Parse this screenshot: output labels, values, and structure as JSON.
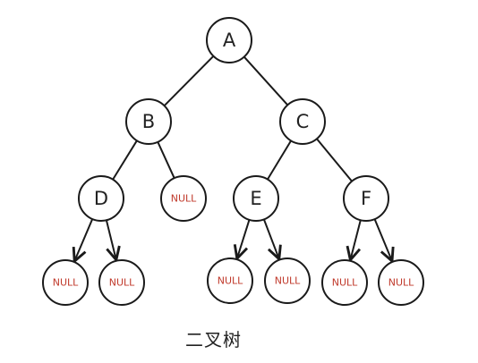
{
  "diagram": {
    "caption": "二叉树",
    "colors": {
      "null_text": "#c0392b",
      "label_text": "#222222",
      "stroke": "#1a1a1a"
    },
    "nodes": [
      {
        "id": "A",
        "label": "A",
        "kind": "value"
      },
      {
        "id": "B",
        "label": "B",
        "kind": "value"
      },
      {
        "id": "C",
        "label": "C",
        "kind": "value"
      },
      {
        "id": "D",
        "label": "D",
        "kind": "value"
      },
      {
        "id": "n1",
        "label": "NULL",
        "kind": "null"
      },
      {
        "id": "E",
        "label": "E",
        "kind": "value"
      },
      {
        "id": "F",
        "label": "F",
        "kind": "value"
      },
      {
        "id": "n2",
        "label": "NULL",
        "kind": "null"
      },
      {
        "id": "n3",
        "label": "NULL",
        "kind": "null"
      },
      {
        "id": "n4",
        "label": "NULL",
        "kind": "null"
      },
      {
        "id": "n5",
        "label": "NULL",
        "kind": "null"
      },
      {
        "id": "n6",
        "label": "NULL",
        "kind": "null"
      },
      {
        "id": "n7",
        "label": "NULL",
        "kind": "null"
      }
    ],
    "edges": [
      {
        "from": "A",
        "to": "B",
        "arrow": false
      },
      {
        "from": "A",
        "to": "C",
        "arrow": false
      },
      {
        "from": "B",
        "to": "D",
        "arrow": false
      },
      {
        "from": "B",
        "to": "n1",
        "arrow": false
      },
      {
        "from": "C",
        "to": "E",
        "arrow": false
      },
      {
        "from": "C",
        "to": "F",
        "arrow": false
      },
      {
        "from": "D",
        "to": "n2",
        "arrow": true
      },
      {
        "from": "D",
        "to": "n3",
        "arrow": true
      },
      {
        "from": "E",
        "to": "n4",
        "arrow": true
      },
      {
        "from": "E",
        "to": "n5",
        "arrow": true
      },
      {
        "from": "F",
        "to": "n6",
        "arrow": true
      },
      {
        "from": "F",
        "to": "n7",
        "arrow": true
      }
    ]
  }
}
